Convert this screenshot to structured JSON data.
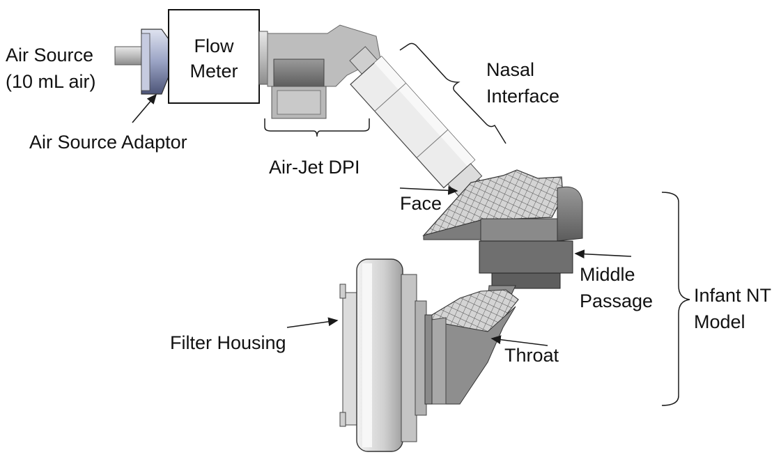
{
  "labels": {
    "air_source": "Air Source",
    "air_source_volume": "(10 mL air)",
    "flow_meter_line1": "Flow",
    "flow_meter_line2": "Meter",
    "air_source_adaptor": "Air Source Adaptor",
    "air_jet_dpi": "Air-Jet DPI",
    "nasal_line1": "Nasal",
    "nasal_line2": "Interface",
    "face": "Face",
    "middle_line1": "Middle",
    "middle_line2": "Passage",
    "infant_line1": "Infant NT",
    "infant_line2": "Model",
    "filter_housing": "Filter Housing",
    "throat": "Throat"
  },
  "colors": {
    "line": "#1a1a1a",
    "light_gray": "#d6d6d6",
    "mid_gray": "#a9a9a9",
    "dark_gray": "#6e6e6e",
    "mesh": "#4a4a4a"
  }
}
